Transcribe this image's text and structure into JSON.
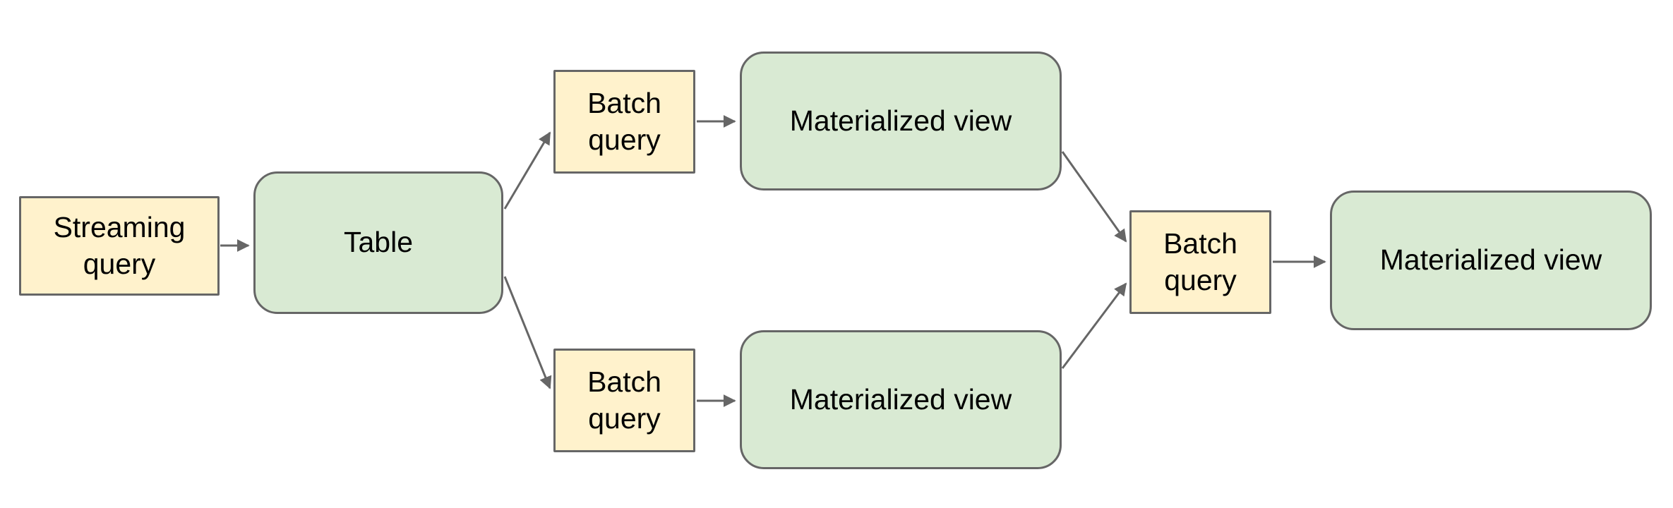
{
  "colors": {
    "query_fill": "#fff2cc",
    "view_fill": "#d9ead3",
    "border": "#666666",
    "arrow": "#666666",
    "text": "#000000"
  },
  "nodes": {
    "streaming_query": {
      "label": "Streaming query",
      "type": "query"
    },
    "table": {
      "label": "Table",
      "type": "view"
    },
    "batch_query_top": {
      "label": "Batch query",
      "type": "query"
    },
    "materialized_view_top": {
      "label": "Materialized view",
      "type": "view"
    },
    "batch_query_bottom": {
      "label": "Batch query",
      "type": "query"
    },
    "materialized_view_bottom": {
      "label": "Materialized view",
      "type": "view"
    },
    "batch_query_final": {
      "label": "Batch query",
      "type": "query"
    },
    "materialized_view_final": {
      "label": "Materialized view",
      "type": "view"
    }
  },
  "edges": [
    {
      "from": "streaming_query",
      "to": "table"
    },
    {
      "from": "table",
      "to": "batch_query_top"
    },
    {
      "from": "table",
      "to": "batch_query_bottom"
    },
    {
      "from": "batch_query_top",
      "to": "materialized_view_top"
    },
    {
      "from": "batch_query_bottom",
      "to": "materialized_view_bottom"
    },
    {
      "from": "materialized_view_top",
      "to": "batch_query_final"
    },
    {
      "from": "materialized_view_bottom",
      "to": "batch_query_final"
    },
    {
      "from": "batch_query_final",
      "to": "materialized_view_final"
    }
  ]
}
